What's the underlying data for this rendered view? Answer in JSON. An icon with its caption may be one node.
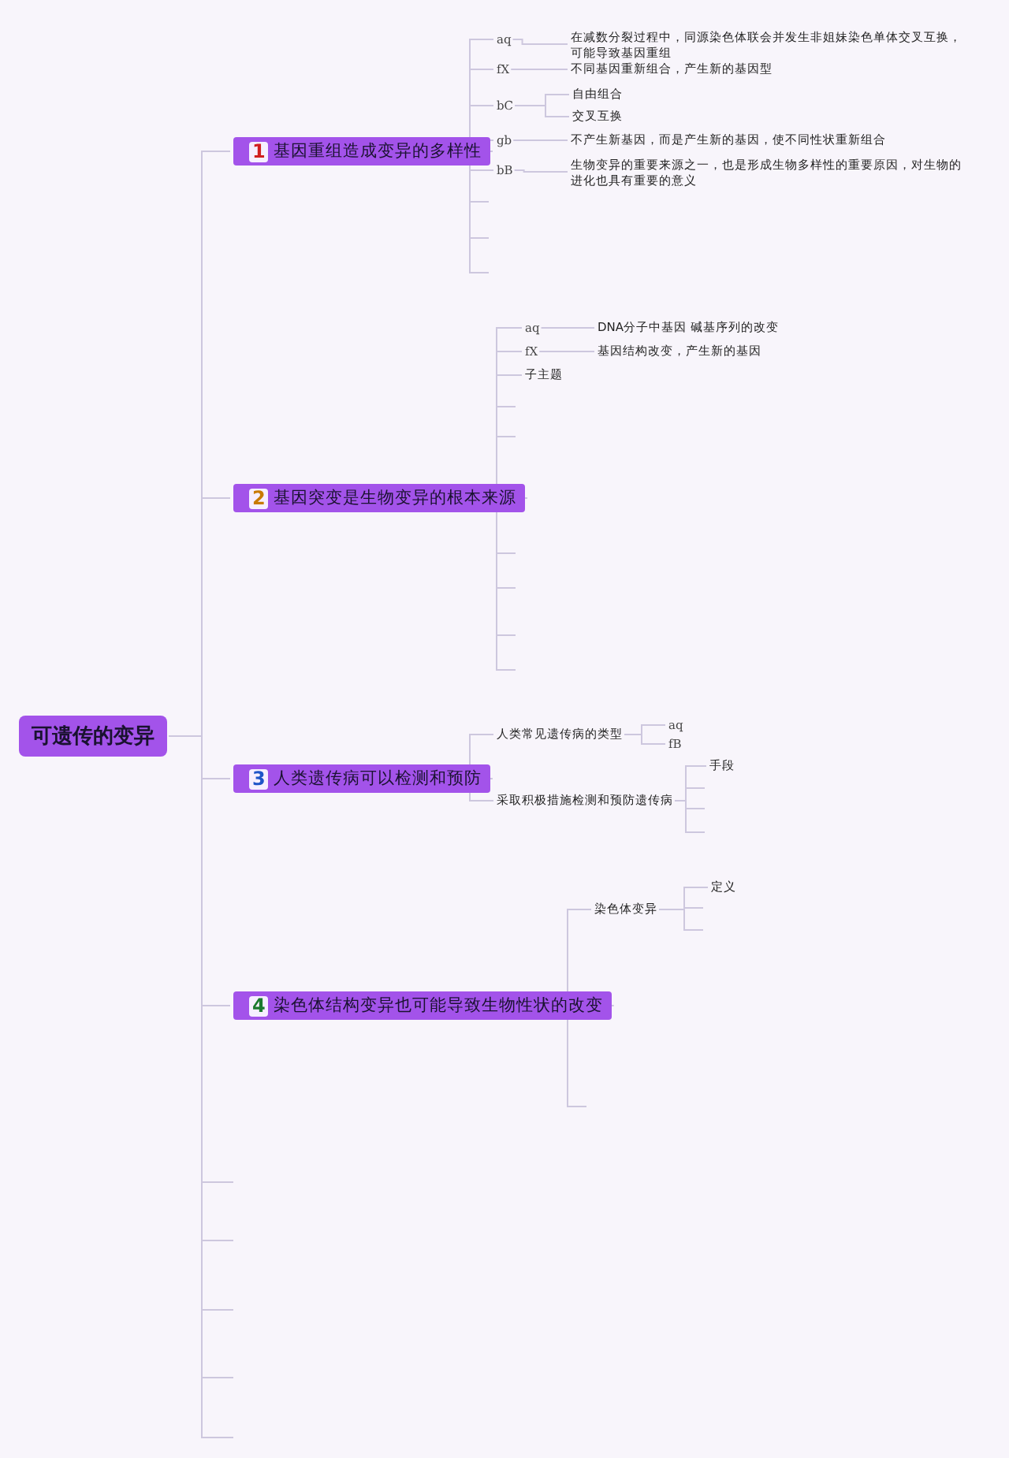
{
  "diagram": {
    "nodes": [
      {
        "text": [
          "可遗传的变异"
        ]
      },
      {
        "text": [
          "1",
          "基因重组造成变异的多样性"
        ]
      },
      {
        "text": [
          "aq"
        ]
      },
      {
        "text": [
          "fX"
        ]
      },
      {
        "text": [
          "bC"
        ]
      },
      {
        "text": [
          "gb"
        ]
      },
      {
        "text": [
          "bB"
        ]
      },
      {
        "text": [
          "在减数分裂过程中，同源染色体联会并发生非姐妹染色单体交叉互换，可能导致基因重组"
        ]
      },
      {
        "text": [
          "不同基因重新组合，产生新的基因型"
        ]
      },
      {
        "text": [
          "自由组合"
        ]
      },
      {
        "text": [
          "交叉互换"
        ]
      },
      {
        "text": [
          "不产生新基因，而是产生新的基因，使不同性状重新组合"
        ]
      },
      {
        "text": [
          "生物变异的重要来源之一，也是形成生物多样性的重要原因，对生物的进化也具有重要的意义"
        ]
      },
      {
        "text": [
          "2",
          "基因突变是生物变异的根本来源"
        ]
      },
      {
        "text": [
          "aq"
        ]
      },
      {
        "text": [
          "fX"
        ]
      },
      {
        "text": [
          "子主题"
        ]
      },
      {
        "text": [
          "DNA分子中基因 碱基序列的改变"
        ]
      },
      {
        "text": [
          "基因结构改变，产生新的基因"
        ]
      },
      {
        "text": [
          "3",
          "人类遗传病可以检测和预防"
        ]
      },
      {
        "text": [
          "人类常见遗传病的类型"
        ]
      },
      {
        "text": [
          "采取积极措施检测和预防遗传病"
        ]
      },
      {
        "text": [
          "aq"
        ]
      },
      {
        "text": [
          "fB"
        ]
      },
      {
        "text": [
          "手段"
        ]
      },
      {
        "text": [
          "4",
          "染色体结构变异也可能导致生物性状的改变"
        ]
      },
      {
        "text": [
          "染色体变异"
        ]
      },
      {
        "text": [
          "定义"
        ]
      }
    ],
    "edges": [
      {
        "from": 0,
        "to": 1,
        "arrow": "none"
      },
      {
        "from": 0,
        "to": 13,
        "arrow": "none"
      },
      {
        "from": 0,
        "to": 19,
        "arrow": "none"
      },
      {
        "from": 0,
        "to": 25,
        "arrow": "none"
      },
      {
        "from": 1,
        "to": 2,
        "arrow": "none"
      },
      {
        "from": 1,
        "to": 3,
        "arrow": "none"
      },
      {
        "from": 1,
        "to": 4,
        "arrow": "none"
      },
      {
        "from": 1,
        "to": 5,
        "arrow": "none"
      },
      {
        "from": 1,
        "to": 6,
        "arrow": "none"
      },
      {
        "from": 2,
        "to": 7,
        "arrow": "none"
      },
      {
        "from": 3,
        "to": 8,
        "arrow": "none"
      },
      {
        "from": 4,
        "to": 9,
        "arrow": "none"
      },
      {
        "from": 4,
        "to": 10,
        "arrow": "none"
      },
      {
        "from": 5,
        "to": 11,
        "arrow": "none"
      },
      {
        "from": 6,
        "to": 12,
        "arrow": "none"
      },
      {
        "from": 13,
        "to": 14,
        "arrow": "none"
      },
      {
        "from": 13,
        "to": 15,
        "arrow": "none"
      },
      {
        "from": 13,
        "to": 16,
        "arrow": "none"
      },
      {
        "from": 14,
        "to": 17,
        "arrow": "none"
      },
      {
        "from": 15,
        "to": 18,
        "arrow": "none"
      },
      {
        "from": 19,
        "to": 20,
        "arrow": "none"
      },
      {
        "from": 19,
        "to": 21,
        "arrow": "none"
      },
      {
        "from": 20,
        "to": 22,
        "arrow": "none"
      },
      {
        "from": 20,
        "to": 23,
        "arrow": "none"
      },
      {
        "from": 21,
        "to": 24,
        "arrow": "none"
      },
      {
        "from": 25,
        "to": 26,
        "arrow": "none"
      },
      {
        "from": 26,
        "to": 27,
        "arrow": "none"
      }
    ]
  }
}
